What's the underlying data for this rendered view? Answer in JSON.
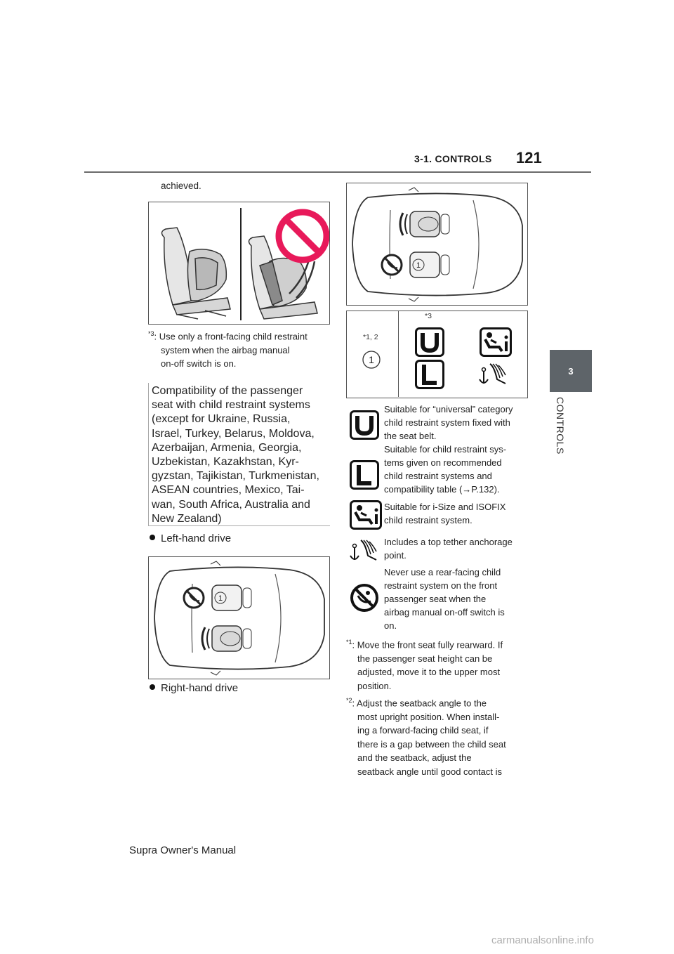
{
  "header": {
    "section": "3-1. CONTROLS",
    "page_number": "121"
  },
  "side_tab": {
    "number": "3",
    "label": "CONTROLS"
  },
  "left_column": {
    "intro_text": "achieved.",
    "note3": {
      "mark": "*3",
      "line1": ": Use only a front-facing child restraint",
      "line2": "system when the airbag manual",
      "line3": "on-off switch is on."
    },
    "compat_heading": [
      "Compatibility of the passenger",
      "seat with child restraint systems",
      "(except for Ukraine, Russia,",
      "Israel, Turkey, Belarus, Moldova,",
      "Azerbaijan, Armenia, Georgia,",
      "Uzbekistan, Kazakhstan, Kyr-",
      "gyzstan, Tajikistan, Turkmenistan,",
      "ASEAN countries, Mexico, Tai-",
      "wan, South Africa, Australia and",
      "New Zealand)"
    ],
    "bullet_lhd": "Left-hand drive",
    "bullet_rhd": "Right-hand drive",
    "seat_number": "1"
  },
  "right_column": {
    "table": {
      "col1_note": "*1, 2",
      "col2_note": "*3",
      "seat_number": "1",
      "letter_u": "U",
      "letter_l": "L"
    },
    "legend": [
      {
        "icon": "u-letter-icon",
        "lines": [
          "Suitable for “universal” category",
          "child restraint system fixed with",
          "the seat belt."
        ]
      },
      {
        "icon": "l-letter-icon",
        "lines": [
          "Suitable for child restraint sys-",
          "tems given on recommended",
          "child restraint systems and",
          "compatibility table (→P.132)."
        ]
      },
      {
        "icon": "isofix-icon",
        "lines": [
          "Suitable for i-Size and ISOFIX",
          "child restraint system."
        ]
      },
      {
        "icon": "top-tether-icon",
        "lines": [
          "Includes a top tether anchorage",
          "point."
        ]
      },
      {
        "icon": "no-rear-facing-icon",
        "lines": [
          "Never use a rear-facing child",
          "restraint system on the front",
          "passenger seat when the",
          "airbag manual on-off switch is",
          "on."
        ]
      }
    ],
    "note1": {
      "mark": "*1",
      "lines": [
        ": Move the front seat fully rearward. If",
        "the passenger seat height can be",
        "adjusted, move it to the upper most",
        "position."
      ]
    },
    "note2": {
      "mark": "*2",
      "lines": [
        ": Adjust the seatback angle to the",
        "most upright position. When install-",
        "ing a forward-facing child seat, if",
        "there is a gap between the child seat",
        "and the seatback, adjust the",
        "seatback angle until good contact is"
      ]
    }
  },
  "footer": {
    "text": "Supra Owner's Manual"
  },
  "watermark": "carmanualsonline.info",
  "colors": {
    "tab_bg": "#5e6469",
    "prohibit_red": "#e8195a"
  }
}
